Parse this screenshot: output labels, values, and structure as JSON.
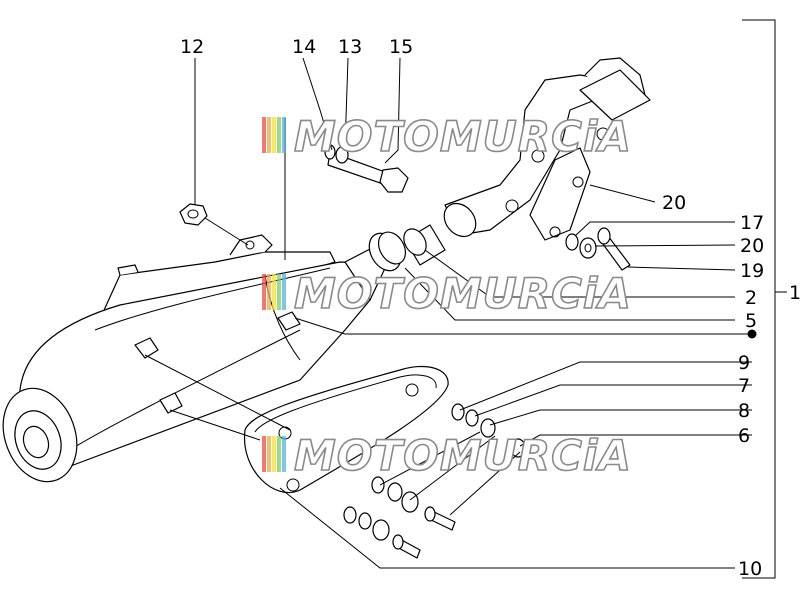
{
  "callouts": {
    "c12": "12",
    "c14": "14",
    "c13": "13",
    "c15": "15",
    "c20a": "20",
    "c17": "17",
    "c20b": "20",
    "c19": "19",
    "c2": "2",
    "c5": "5",
    "c1": "1",
    "c9": "9",
    "c7": "7",
    "c8": "8",
    "c6": "6",
    "c10": "10"
  },
  "watermark": {
    "text": "MOTOMURCiA",
    "stripe_colors": [
      "#e94b4b",
      "#f3a93a",
      "#f2e23c",
      "#7fcf5a",
      "#4fb3e0"
    ]
  },
  "colors": {
    "line": "#000000",
    "watermark_outline": "#8a8a8a",
    "background": "#ffffff"
  }
}
